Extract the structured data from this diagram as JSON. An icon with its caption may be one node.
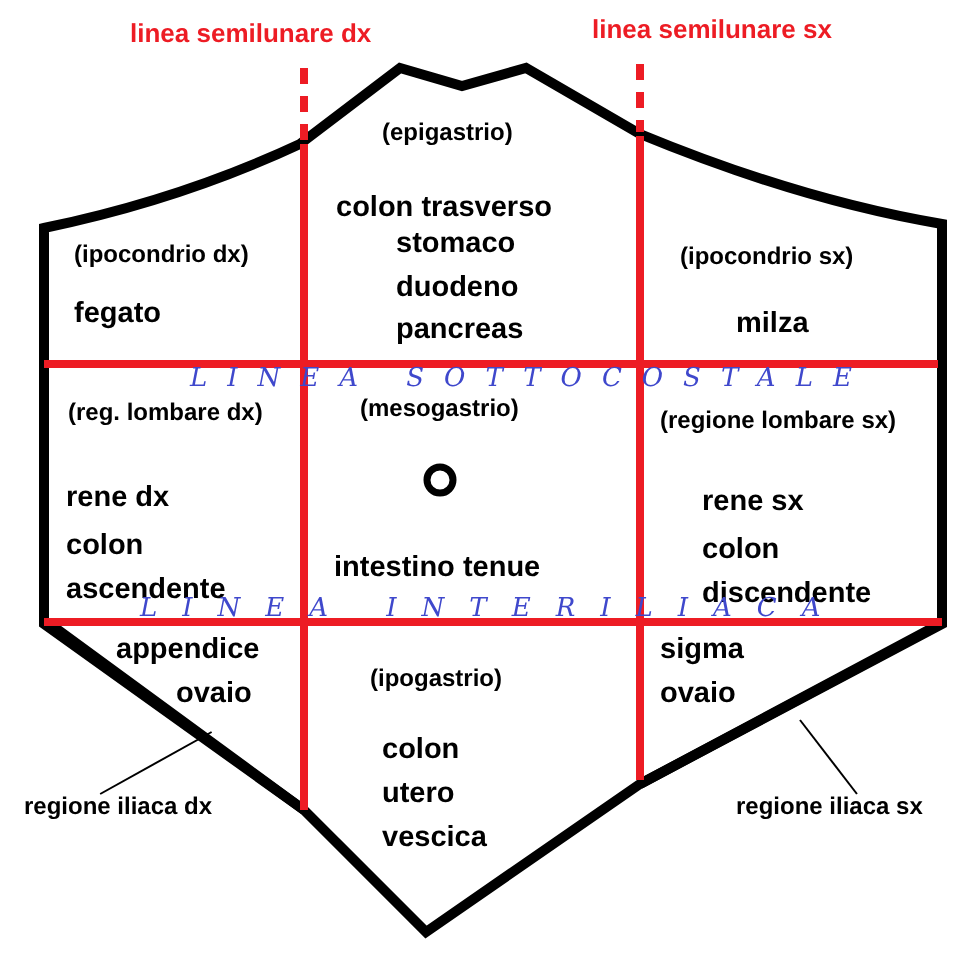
{
  "diagram": {
    "nodes": [
      {
        "text": [
          "(ipocondrio dx)",
          "fegato"
        ]
      },
      {
        "text": [
          "(epigastrio)",
          "colon trasverso",
          "stomaco",
          "duodeno",
          "pancreas"
        ]
      },
      {
        "text": [
          "(ipocondrio sx)",
          "milza"
        ]
      },
      {
        "text": [
          "(reg. lombare dx)",
          "rene dx",
          "colon ascendente"
        ]
      },
      {
        "text": [
          "(mesogastrio)",
          "intestino tenue"
        ]
      },
      {
        "text": [
          "(regione lombare sx)",
          "rene sx",
          "colon discendente"
        ]
      },
      {
        "text": [
          "appendice",
          "ovaio"
        ]
      },
      {
        "text": [
          "(ipogastrio)",
          "colon",
          "utero",
          "vescica"
        ]
      },
      {
        "text": [
          "sigma",
          "ovaio"
        ]
      },
      {
        "text": [
          "regione iliaca dx"
        ]
      },
      {
        "text": [
          "regione iliaca sx"
        ]
      }
    ],
    "edges": [
      {
        "from": 9,
        "to": 6,
        "arrow": "none"
      },
      {
        "from": 10,
        "to": 8,
        "arrow": "none"
      }
    ],
    "labels": [
      "linea semilunare dx",
      "linea semilunare sx",
      "LINEA SOTTOCOSTALE",
      "LINEA INTERILIACA"
    ]
  }
}
